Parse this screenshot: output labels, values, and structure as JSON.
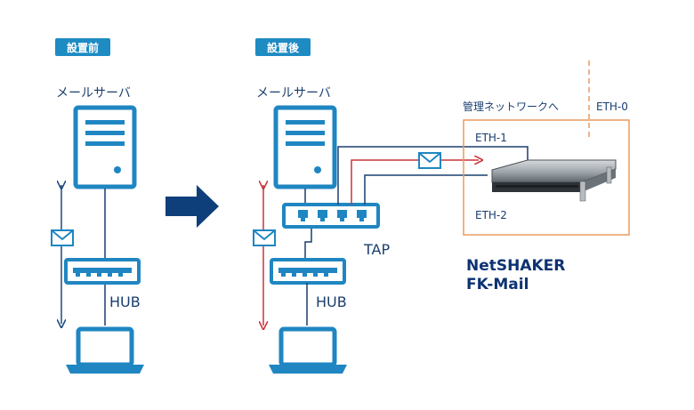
{
  "before": {
    "badge": "設置前",
    "server_label": "メールサーバ",
    "hub_label": "HUB"
  },
  "after": {
    "badge": "設置後",
    "server_label": "メールサーバ",
    "hub_label": "HUB",
    "tap_label": "TAP",
    "monitor_label": "管理ネットワークへ",
    "eth0": "ETH-0",
    "eth1": "ETH-1",
    "eth2": "ETH-2",
    "product_line1": "NetSHAKER",
    "product_line2": "FK-Mail"
  },
  "colors": {
    "badge_bg": "#1e8bc3",
    "icon_blue": "#1f86c2",
    "arrow_dark": "#0f3f7a",
    "accent_red": "#c8353a",
    "box_orange": "#e99a60",
    "product_navy": "#0d3272"
  }
}
